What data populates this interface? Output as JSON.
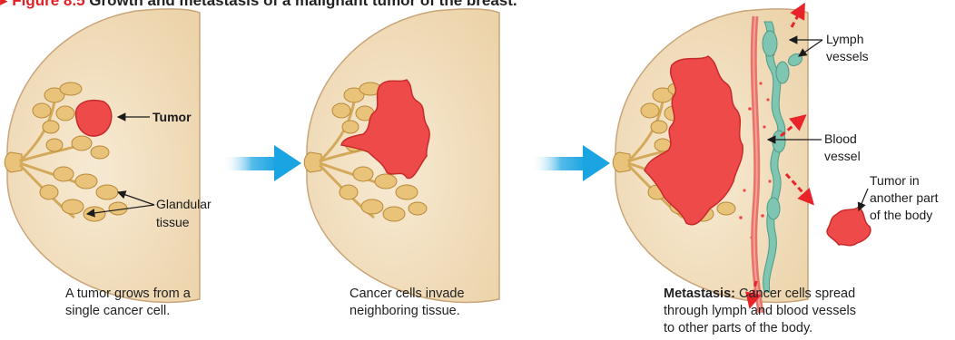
{
  "figure": {
    "label": "▸ Figure 8.5",
    "title": "Growth and metastasis of a malignant tumor of the breast."
  },
  "labels": {
    "tumor": "Tumor",
    "glandular_1": "Glandular",
    "glandular_2": "tissue",
    "lymph_1": "Lymph",
    "lymph_2": "vessels",
    "blood_1": "Blood",
    "blood_2": "vessel",
    "other_1": "Tumor in",
    "other_2": "another part",
    "other_3": "of the body"
  },
  "captions": {
    "stage1_line1": "A tumor grows from a",
    "stage1_line2": "single cancer cell.",
    "stage2_line1": "Cancer cells invade",
    "stage2_line2": "neighboring tissue.",
    "stage3_bold": "Metastasis:",
    "stage3_line1": " Cancer cells spread",
    "stage3_line2": "through lymph and blood vessels",
    "stage3_line3": "to other parts of the body."
  },
  "colors": {
    "skin": "#f3e1c2",
    "skin_edge": "#c9a57a",
    "gland": "#e9c37a",
    "gland_edge": "#b88a3a",
    "tumor": "#ef4a4a",
    "tumor_edge": "#c62b2b",
    "arrow_blue": "#1aa4e2",
    "lymph": "#7fc6b2",
    "red_arrow": "#e8232a"
  }
}
